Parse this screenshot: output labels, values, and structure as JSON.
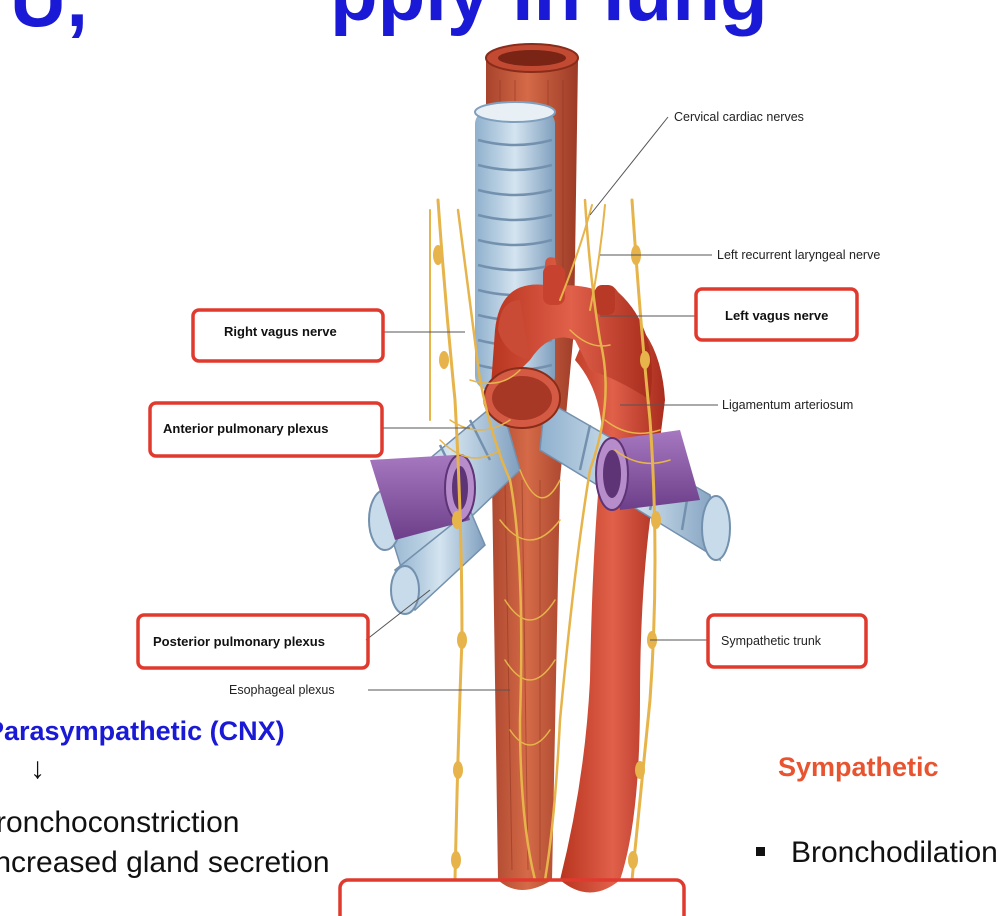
{
  "title_fragment_left": "U,",
  "title_fragment_right": "pply in lung",
  "labels": {
    "cervical_cardiac_nerves": "Cervical cardiac nerves",
    "left_recurrent_laryngeal_nerve": "Left recurrent laryngeal nerve",
    "left_vagus_nerve": "Left vagus nerve",
    "right_vagus_nerve": "Right vagus nerve",
    "ligamentum_arteriosum": "Ligamentum arteriosum",
    "anterior_pulmonary_plexus": "Anterior pulmonary plexus",
    "posterior_pulmonary_plexus": "Posterior pulmonary plexus",
    "sympathetic_trunk": "Sympathetic trunk",
    "esophageal_plexus": "Esophageal plexus"
  },
  "parasympathetic": {
    "title": "Parasympathetic (CNX)",
    "arrow": "↓",
    "line1": "Bronchoconstriction",
    "line2": "Increased gland secretion"
  },
  "sympathetic": {
    "title": "Sympathetic",
    "bullet": "Bronchodilation"
  },
  "colors": {
    "highlight_box": "#e03a2f",
    "para_title": "#1a1ad6",
    "symp_title": "#e8542f",
    "artery": "#c8432f",
    "trachea": "#a9c6df",
    "pulmonary_vessel": "#8a58a6",
    "nerve": "#e6b44a"
  }
}
